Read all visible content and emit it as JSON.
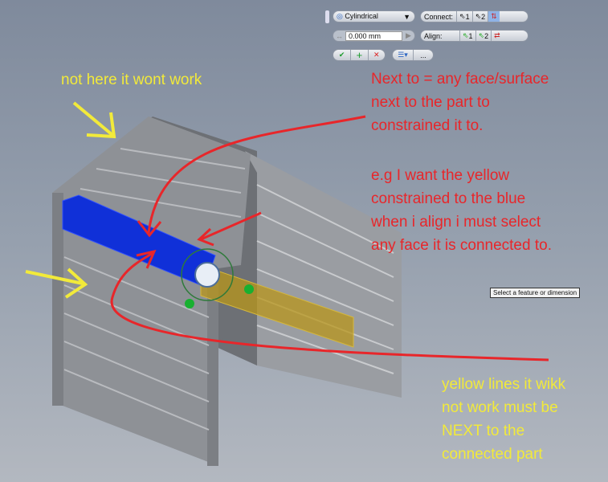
{
  "toolbar": {
    "joint_type": "Cylindrical",
    "connect_label": "Connect:",
    "connect_1": "1",
    "connect_2": "2",
    "offset_value": "0.000 mm",
    "align_label": "Align:",
    "align_1": "1",
    "align_2": "2",
    "ok_icon": "check-icon",
    "apply_icon": "plus-icon",
    "cancel_icon": "x-icon",
    "more_label": "..."
  },
  "tooltip": "Select a feature or dimension",
  "annotations": {
    "top_left": "not here it wont work",
    "right_block": [
      "Next to = any face/surface",
      "next to the part to",
      "constrained it to."
    ],
    "example_block": [
      "e.g  I want the yellow",
      "constrained to the blue",
      "when i align i must select",
      "any face it is connected to."
    ],
    "bottom_block": [
      "yellow lines it wikk",
      "not work must be",
      "NEXT to the",
      "connected part"
    ]
  },
  "colors": {
    "annotation_red": "#e8262a",
    "annotation_yellow": "#f2ea3a",
    "blue_part": "#1030d8",
    "yellow_part": "#b8961a"
  }
}
